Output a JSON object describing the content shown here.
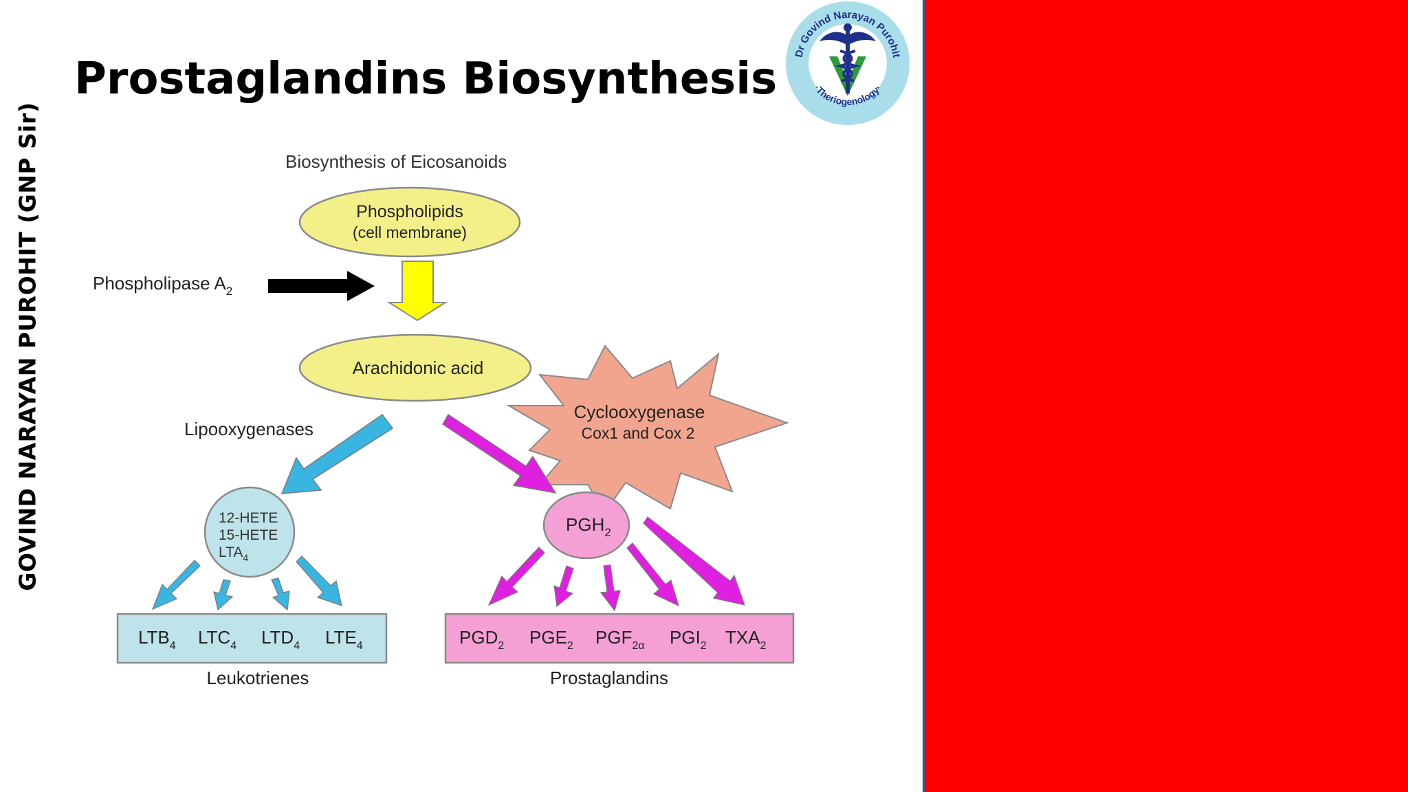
{
  "slide": {
    "title": "Prostaglandins Biosynthesis",
    "side_text": "GOVIND NARAYAN PUROHIT (GNP Sir)"
  },
  "logo": {
    "ring_text_top": "Dr Govind Narayan Purohit",
    "ring_text_bottom": "·Theriogenology·",
    "icon": "caduceus-icon"
  },
  "diagram": {
    "heading": "Biosynthesis of Eicosanoids",
    "phospholipids": {
      "line1": "Phospholipids",
      "line2": "(cell membrane)"
    },
    "phospholipase": {
      "text": "Phospholipase A",
      "sub": "2"
    },
    "arachidonic": "Arachidonic acid",
    "cyclooxygenase": {
      "line1": "Cyclooxygenase",
      "line2": "Cox1 and Cox 2"
    },
    "lipooxygenases": "Lipooxygenases",
    "hete": {
      "line1": "12-HETE",
      "line2": "15-HETE",
      "line3": "LTA",
      "line3_sub": "4"
    },
    "pgh": {
      "text": "PGH",
      "sub": "2"
    },
    "leukotrienes": {
      "label": "Leukotrienes",
      "items": [
        {
          "text": "LTB",
          "sub": "4"
        },
        {
          "text": "LTC",
          "sub": "4"
        },
        {
          "text": "LTD",
          "sub": "4"
        },
        {
          "text": "LTE",
          "sub": "4"
        }
      ]
    },
    "prostaglandins": {
      "label": "Prostaglandins",
      "items": [
        {
          "text": "PGD",
          "sub": "2"
        },
        {
          "text": "PGE",
          "sub": "2"
        },
        {
          "text": "PGF",
          "sub": "2α"
        },
        {
          "text": "PGI",
          "sub": "2"
        },
        {
          "text": "TXA",
          "sub": "2"
        }
      ]
    }
  },
  "colors": {
    "yellow": "#f4f089",
    "arrow_yellow": "#ffff00",
    "blue": "#3ab4e0",
    "pale_blue": "#bfe3ea",
    "magenta": "#e020e0",
    "pink": "#f4a0d4",
    "salmon": "#f2a58e",
    "red_panel": "#ff0000"
  }
}
